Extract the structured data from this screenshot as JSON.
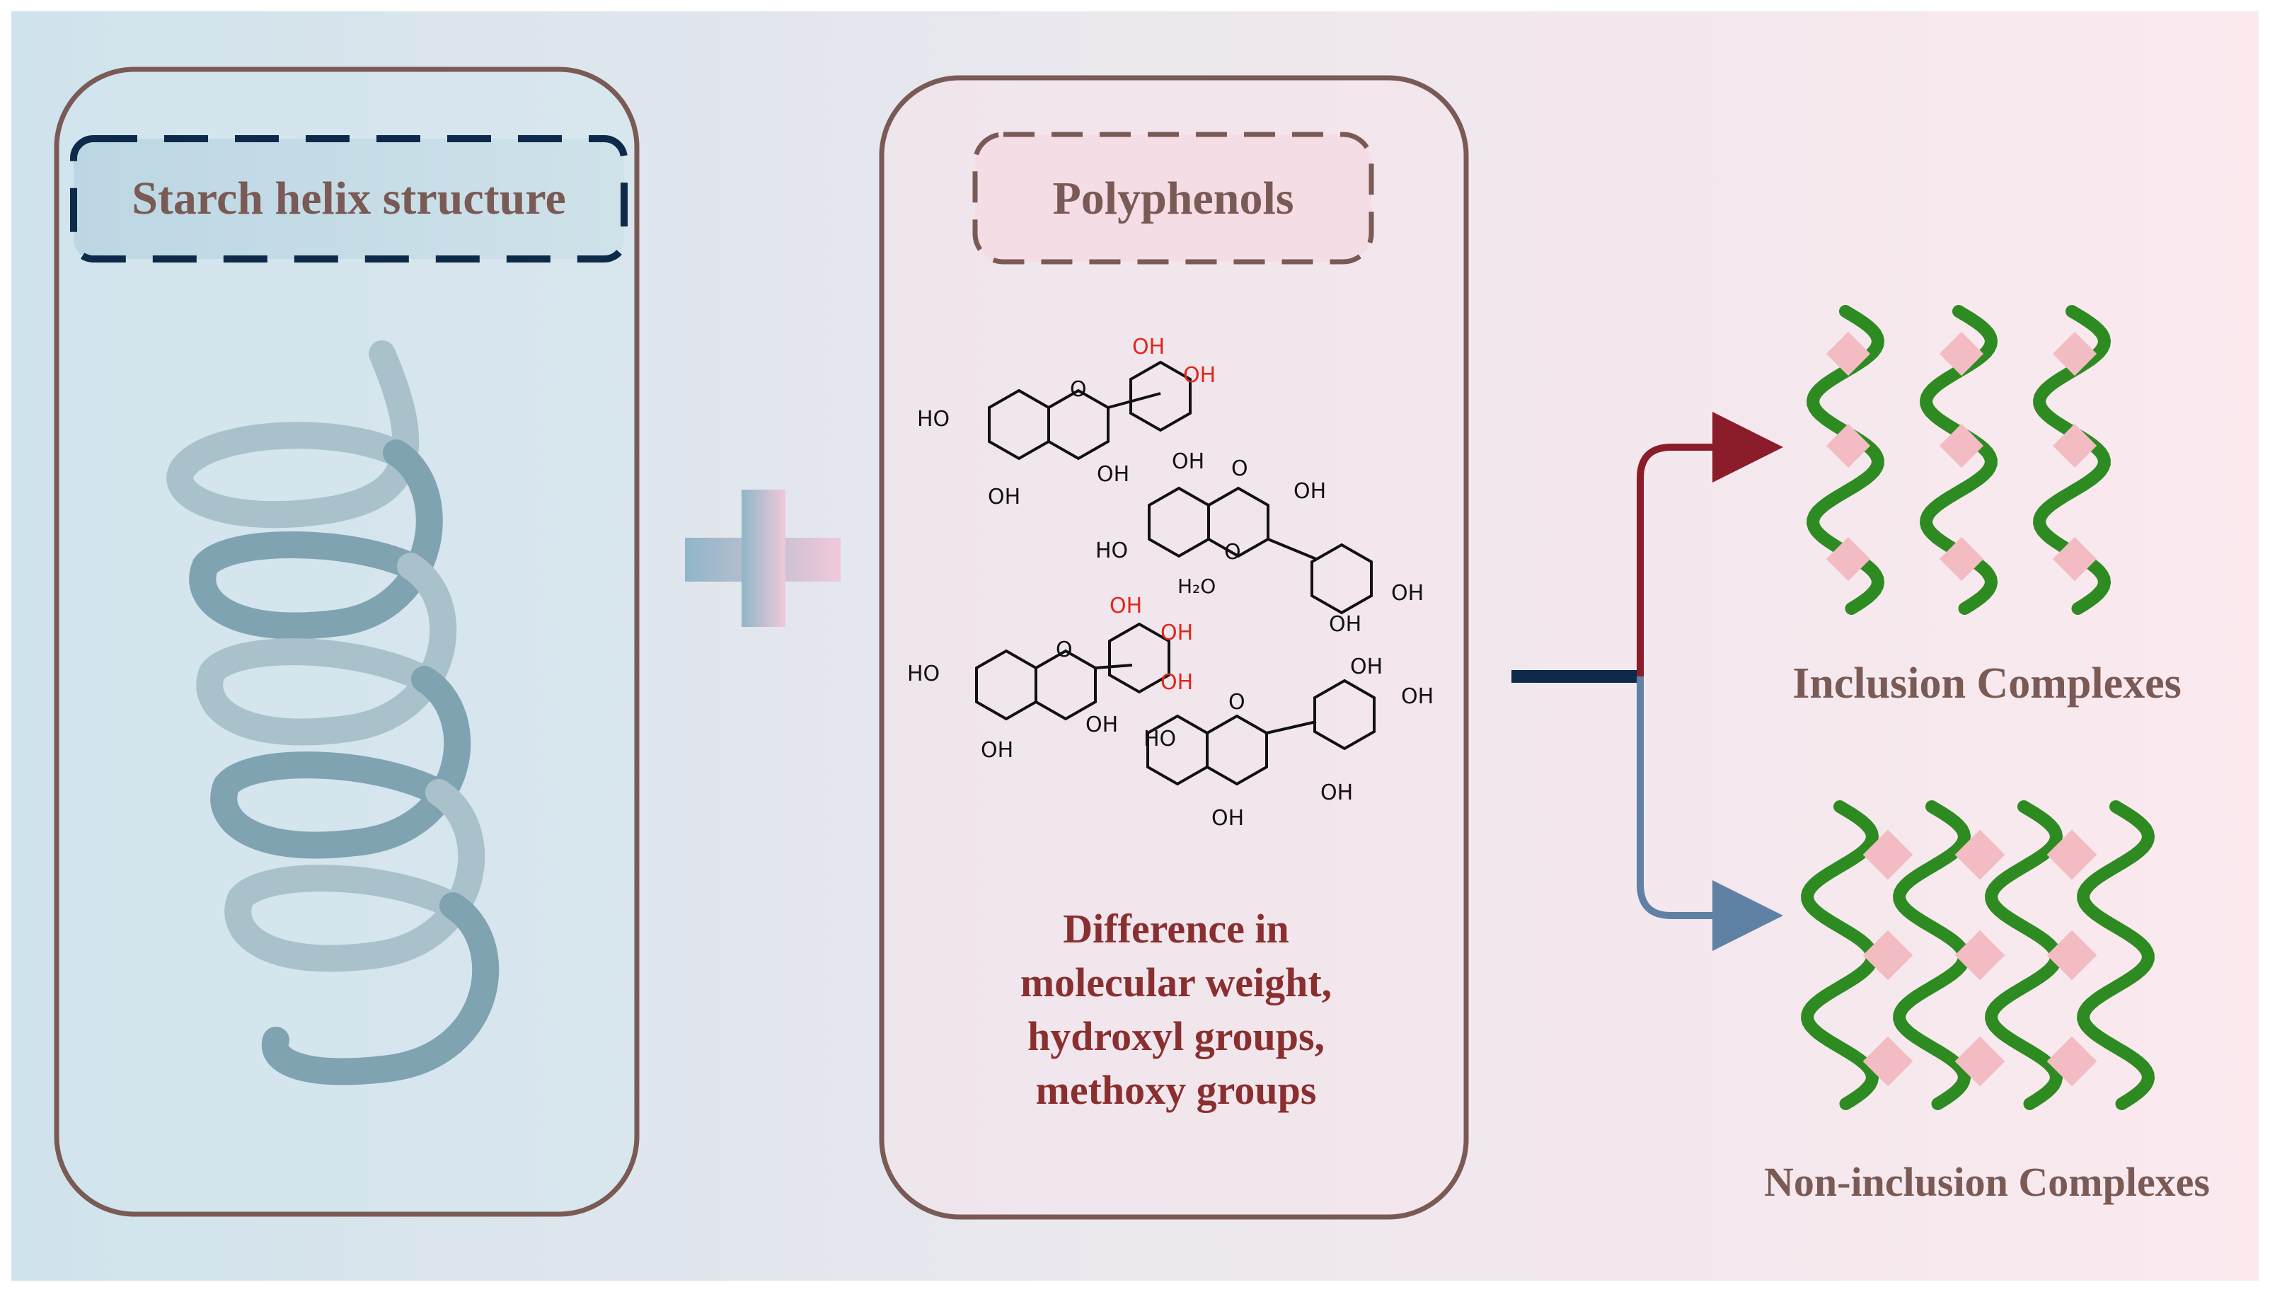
{
  "colors": {
    "bg_left": "#cfe3ec",
    "bg_right": "#fbe9ee",
    "panel_border": "#7a5a55",
    "title_text": "#7a5a55",
    "starch_box_border": "#0e2a4a",
    "helix": "#7fa3b1",
    "diff_text": "#8a2f2f",
    "inclusion_arrow": "#8b1c2a",
    "noninclusion_arrow": "#5f81a3",
    "branch_line": "#0e2a4a",
    "chain_green": "#2e8b22",
    "guest_pink": "#f3bcc3",
    "red_oh": "#e0261a"
  },
  "panels": {
    "starch_title": "Starch helix structure",
    "polyphenols_title": "Polyphenols",
    "difference": [
      "Difference in",
      "molecular weight,",
      "hydroxyl groups,",
      "methoxy groups"
    ]
  },
  "molecules": {
    "oh": "OH",
    "ho": "HO",
    "o": "O",
    "water": "H₂O"
  },
  "outcomes": {
    "inclusion": "Inclusion Complexes",
    "noninclusion": "Non-inclusion Complexes"
  }
}
